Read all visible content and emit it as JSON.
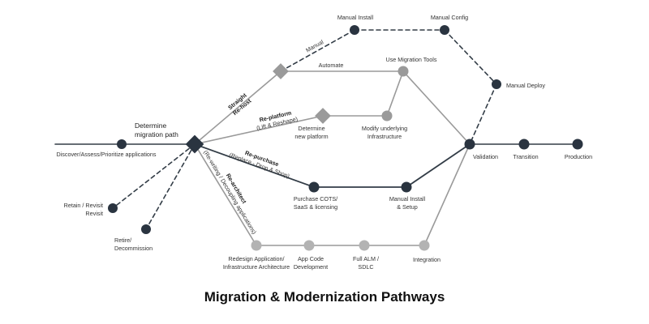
{
  "title": "Migration & Modernization Pathways",
  "colors": {
    "dark": "#2a3440",
    "gray": "#9a9a9a",
    "line_dark": "#333d47"
  },
  "nodes": {
    "start": "Discover/Assess/Prioritize applications",
    "determine": [
      "Determine",
      "migration path"
    ],
    "retain": [
      "Retain / Revisit",
      "Revisit"
    ],
    "retire": [
      "Retire/",
      "Decommission"
    ],
    "manual_install_top": "Manual Install",
    "manual_config": "Manual Config",
    "manual_deploy": "Manual Deploy",
    "use_migration_tools": "Use Migration Tools",
    "determine_platform": [
      "Determine",
      "new platform"
    ],
    "modify_infra": [
      "Modify underlying",
      "Infrastructure"
    ],
    "purchase_cots": [
      "Purchase COTS/",
      "SaaS & licensing"
    ],
    "manual_install_setup": [
      "Manual Install",
      "& Setup"
    ],
    "validation": "Validation",
    "transition": "Transition",
    "production": "Production",
    "redesign": [
      "Redesign Application/",
      "Infrastructure Architecture"
    ],
    "app_code": [
      "App Code",
      "Development"
    ],
    "full_alm": [
      "Full ALM /",
      "SDLC"
    ],
    "integration": "Integration"
  },
  "edges": {
    "manual": "Manual",
    "automate": "Automate",
    "straight": [
      "Straight",
      "Re-host"
    ],
    "replatform": [
      "Re-platform",
      "(Lift & Reshape)"
    ],
    "repurchase": [
      "Re-purchase",
      "(Replace - Drop & Shop)"
    ],
    "rearchitect": [
      "Re-architect",
      "(Re-writing / Decoupling applications)"
    ]
  }
}
